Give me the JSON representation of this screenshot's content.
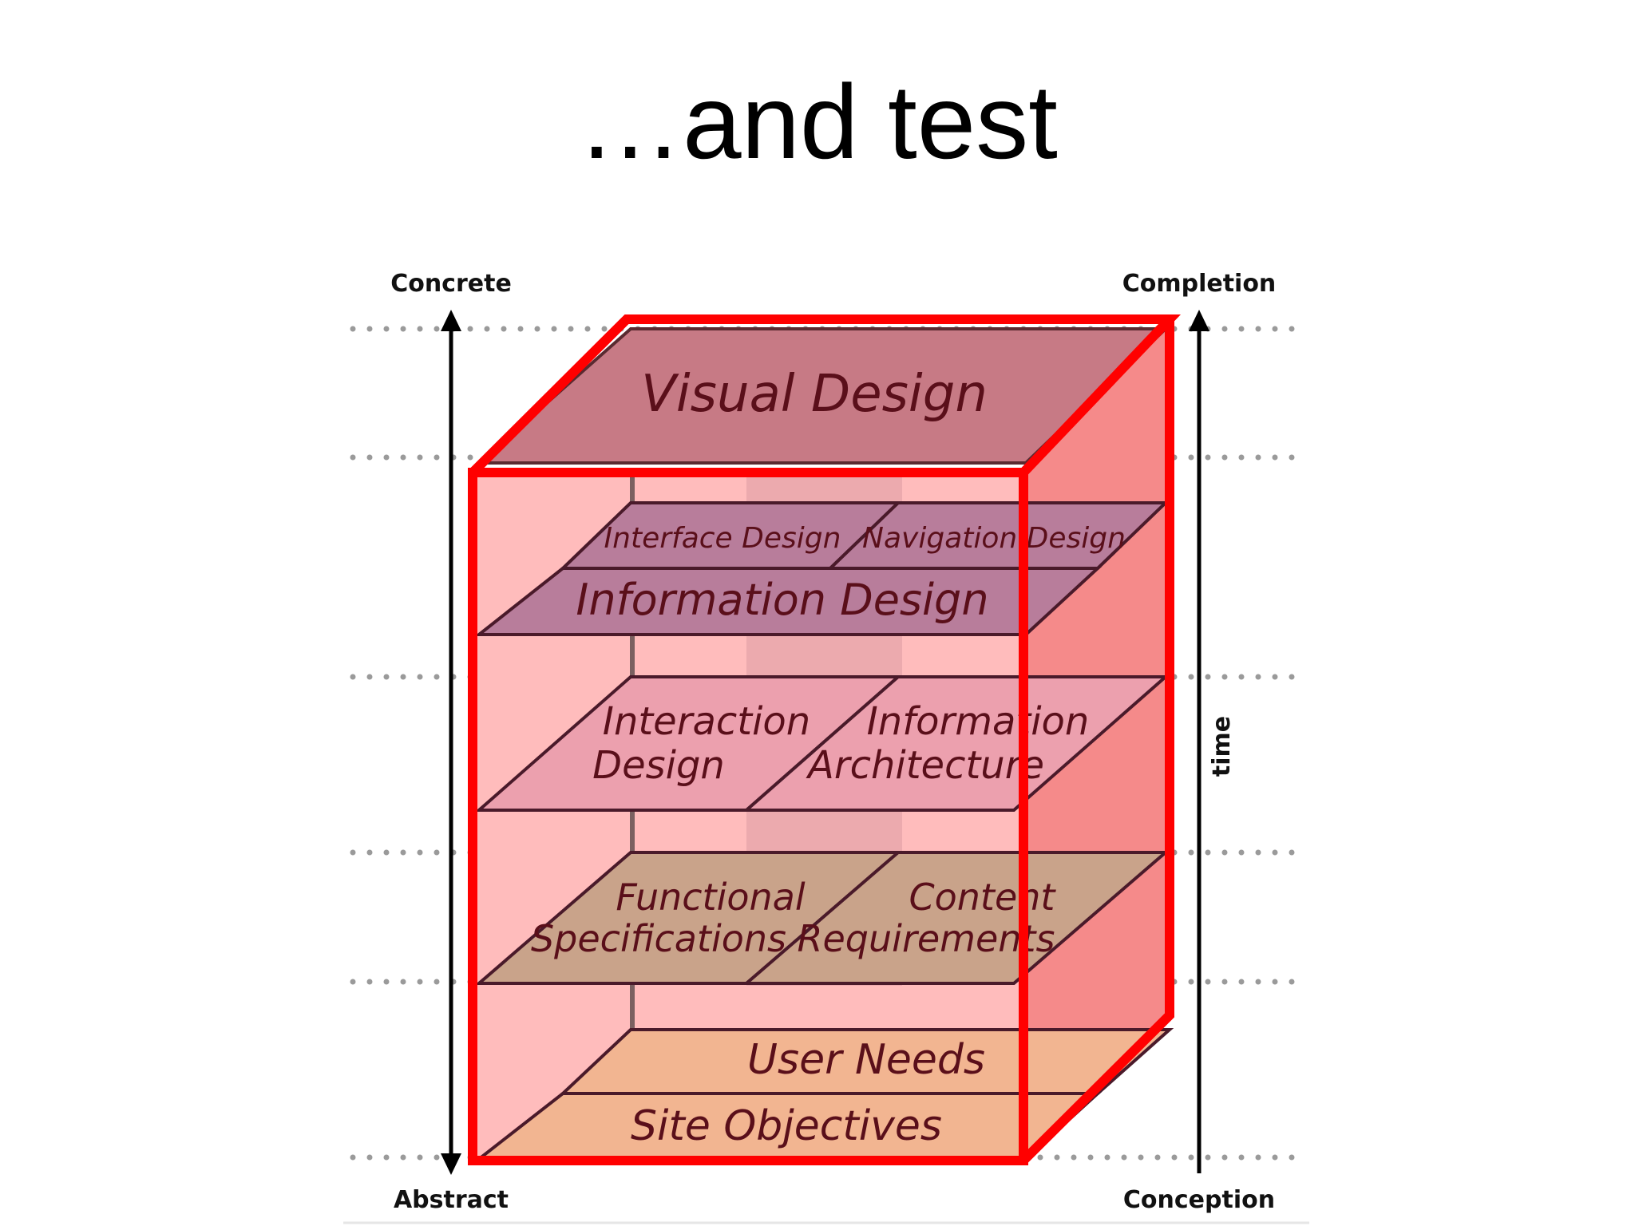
{
  "slide": {
    "title": "…and test"
  },
  "axes": {
    "top_left": "Concrete",
    "bottom_left": "Abstract",
    "top_right": "Completion",
    "bottom_right": "Conception",
    "side": "time"
  },
  "planes": {
    "visual_design": "Visual Design",
    "interface_design": "Interface Design",
    "navigation_design": "Navigation Design",
    "information_design": "Information Design",
    "interaction_design_1": "Interaction",
    "interaction_design_2": "Design",
    "information_architecture_1": "Information",
    "information_architecture_2": "Architecture",
    "functional_specs_1": "Functional",
    "functional_specs_2": "Specifications",
    "content_requirements_1": "Content",
    "content_requirements_2": "Requirements",
    "user_needs": "User Needs",
    "site_objectives": "Site Objectives"
  },
  "colors": {
    "highlight": "#ff0000",
    "visual_plane": "#c77a85",
    "purple_plane": "#b87d9b",
    "pink_plane": "#eca0ae",
    "tan_plane": "#c9a38a",
    "orange_plane": "#f2b591",
    "box_fill": "#ffbcbc",
    "side_fill": "#f58a8a"
  }
}
